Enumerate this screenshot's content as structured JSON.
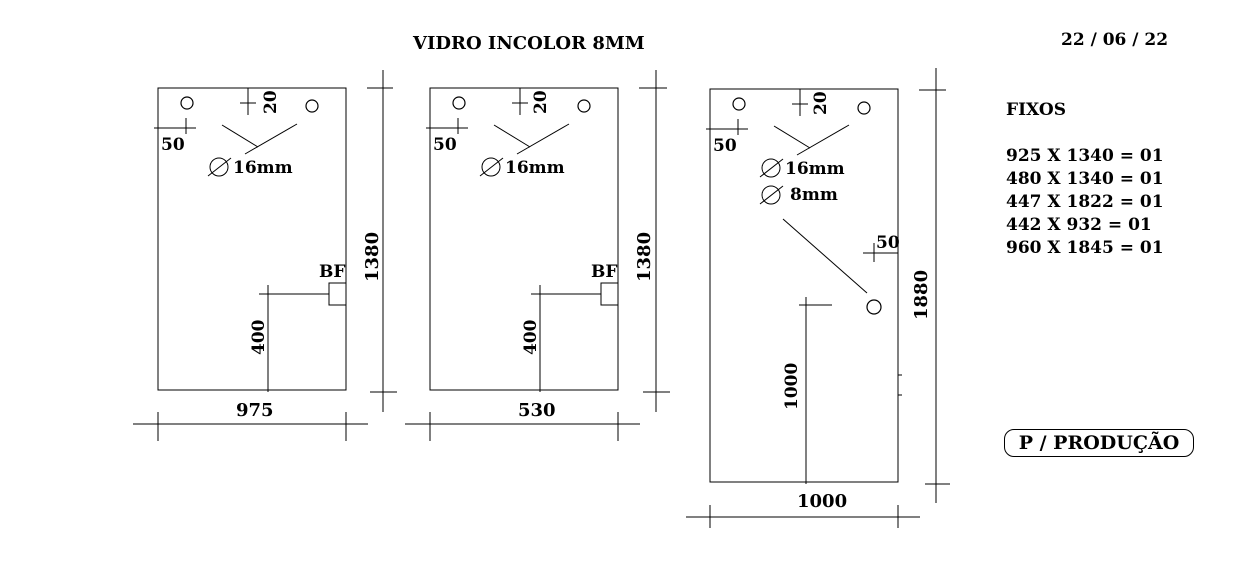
{
  "title": "VIDRO INCOLOR 8MM",
  "date": "22 / 06 / 22",
  "panels": [
    {
      "width_label": "975",
      "height_label": "1380",
      "hole_x_offset": "50",
      "hole_y_offset": "20",
      "hole_diameter": "16mm",
      "bf_label": "BF",
      "bf_height": "400"
    },
    {
      "width_label": "530",
      "height_label": "1380",
      "hole_x_offset": "50",
      "hole_y_offset": "20",
      "hole_diameter": "16mm",
      "bf_label": "BF",
      "bf_height": "400"
    },
    {
      "width_label": "1000",
      "height_label": "1880",
      "hole_x_offset": "50",
      "hole_y_offset": "20",
      "hole_diameter": "16mm",
      "small_hole_diameter": "8mm",
      "side_hole_offset": "50",
      "side_hole_height": "1000"
    }
  ],
  "fixos": {
    "title": "FIXOS",
    "items": [
      "925 X 1340 = 01",
      "480 X 1340 = 01",
      "447 X 1822 = 01",
      "442 X 932 = 01",
      "960 X 1845 = 01"
    ]
  },
  "badge": "P / PRODUÇÃO"
}
